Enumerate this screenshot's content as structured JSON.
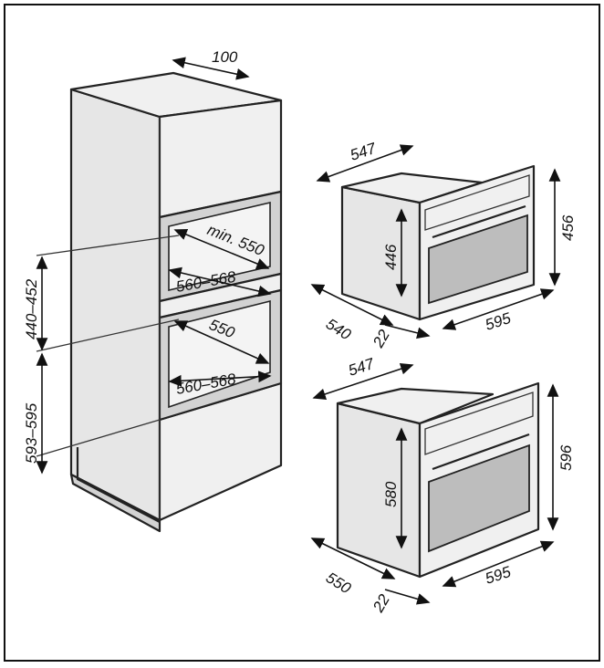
{
  "cabinet": {
    "top_depth": "100",
    "opening_depth": "min. 550",
    "upper_width": "560–568",
    "height_upper": "440–452",
    "lower_depth": "550",
    "lower_width": "560–568",
    "height_lower": "593–595"
  },
  "compact_oven": {
    "depth": "547",
    "side_depth": "540",
    "front_height": "446",
    "height": "456",
    "width": "595",
    "panel_offset": "22"
  },
  "full_oven": {
    "depth": "547",
    "side_depth": "550",
    "front_height": "580",
    "height": "596",
    "width": "595",
    "panel_offset": "22"
  }
}
